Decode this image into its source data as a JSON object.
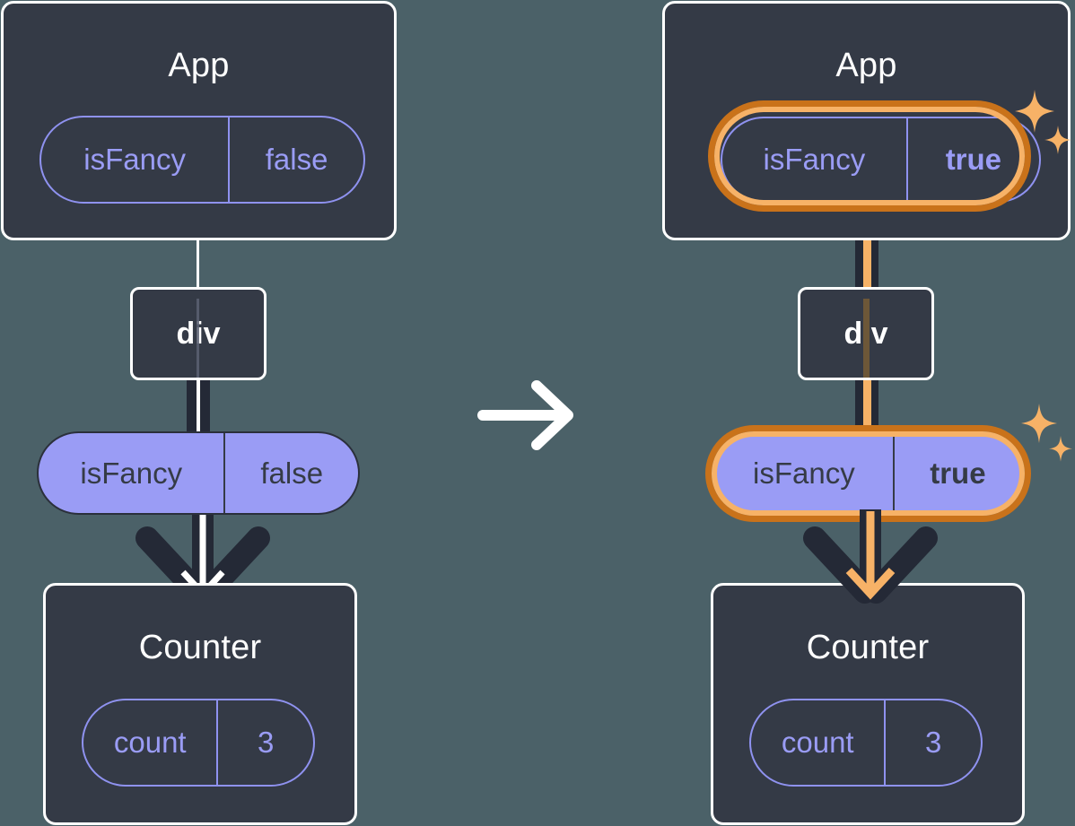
{
  "diagram": {
    "title": "React state propagation: isFancy false to true",
    "type": "component-tree-diagram",
    "colors": {
      "background": "#4b6168",
      "box_fill": "#343a46",
      "box_border": "#ffffff",
      "pill_purple_fill": "#9a9cf5",
      "pill_purple_stroke": "#8f92f0",
      "pill_text_dark": "#353b46",
      "highlight_outer": "#c9721a",
      "highlight_inner": "#f7b267",
      "connector_dark": "#242936",
      "connector_white": "#ffffff",
      "connector_orange": "#f7b267",
      "sparkle": "#f7b267"
    },
    "transition_arrow": "right-arrow"
  },
  "panels": [
    {
      "id": "before",
      "name": "before-state",
      "app": {
        "title": "App",
        "state_pill": {
          "key": "isFancy",
          "value": "false",
          "style": "outline",
          "highlighted": false,
          "value_bold": false
        }
      },
      "div_node": {
        "label": "div"
      },
      "prop_pill": {
        "key": "isFancy",
        "value": "false",
        "style": "filled",
        "highlighted": false,
        "value_bold": false
      },
      "counter": {
        "title": "Counter",
        "state_pill": {
          "key": "count",
          "value": "3",
          "style": "outline",
          "highlighted": false,
          "value_bold": false
        }
      },
      "sparkles": false
    },
    {
      "id": "after",
      "name": "after-state",
      "app": {
        "title": "App",
        "state_pill": {
          "key": "isFancy",
          "value": "true",
          "style": "outline",
          "highlighted": true,
          "value_bold": true
        }
      },
      "div_node": {
        "label": "div"
      },
      "prop_pill": {
        "key": "isFancy",
        "value": "true",
        "style": "filled",
        "highlighted": true,
        "value_bold": true
      },
      "counter": {
        "title": "Counter",
        "state_pill": {
          "key": "count",
          "value": "3",
          "style": "outline",
          "highlighted": false,
          "value_bold": false
        }
      },
      "sparkles": true
    }
  ]
}
